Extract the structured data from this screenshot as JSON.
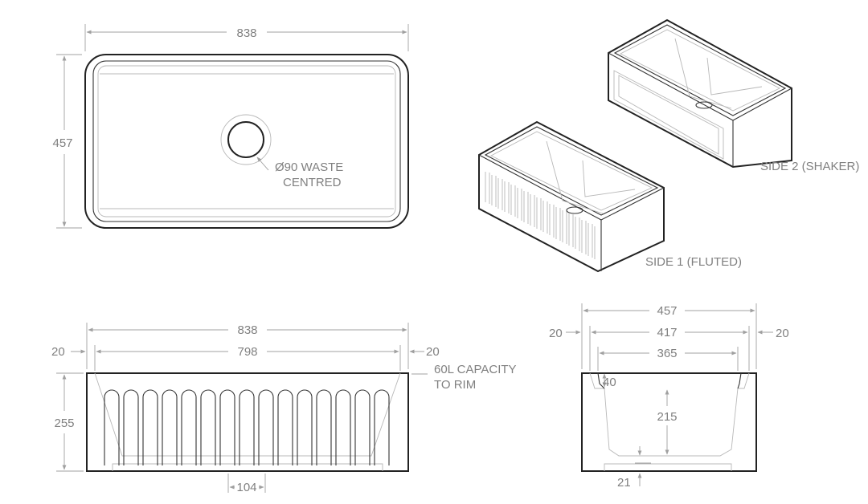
{
  "plan": {
    "width_label": "838",
    "depth_label": "457",
    "waste_note_line1": "Ø90 WASTE",
    "waste_note_line2": "CENTRED"
  },
  "iso_views": {
    "side1_label": "SIDE 1 (FLUTED)",
    "side2_label": "SIDE 2 (SHAKER)"
  },
  "front": {
    "overall_width": "838",
    "inner_width": "798",
    "left_wall": "20",
    "right_wall": "20",
    "height": "255",
    "flute_pitch": "104",
    "capacity_line1": "60L CAPACITY",
    "capacity_line2": "TO RIM"
  },
  "side": {
    "overall_depth": "457",
    "inner_depth": "417",
    "base_depth": "365",
    "left_wall": "20",
    "right_wall": "20",
    "rim_drop": "40",
    "bowl_depth": "215",
    "base_thickness": "21"
  }
}
